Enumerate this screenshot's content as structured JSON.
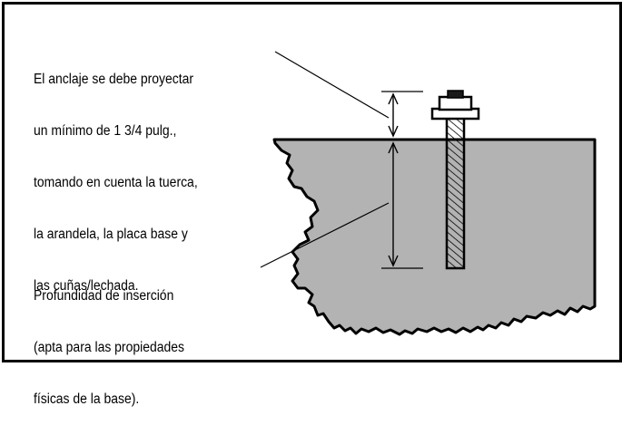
{
  "diagram": {
    "projection_note": {
      "lines": [
        "El anclaje se debe proyectar",
        "un mínimo de 1 3/4 pulg.,",
        "tomando en cuenta la tuerca,",
        "la arandela, la placa base y",
        "las cuñas/lechada."
      ]
    },
    "embedment_note": {
      "lines": [
        "Profundidad de inserción",
        "(apta para las propiedades",
        "físicas de la base)."
      ]
    },
    "colors": {
      "concrete_fill": "#b3b3b3",
      "outline": "#000000",
      "background": "#ffffff"
    },
    "icons": [
      "anchor-bolt",
      "nut",
      "washer",
      "dimension-arrow"
    ]
  }
}
